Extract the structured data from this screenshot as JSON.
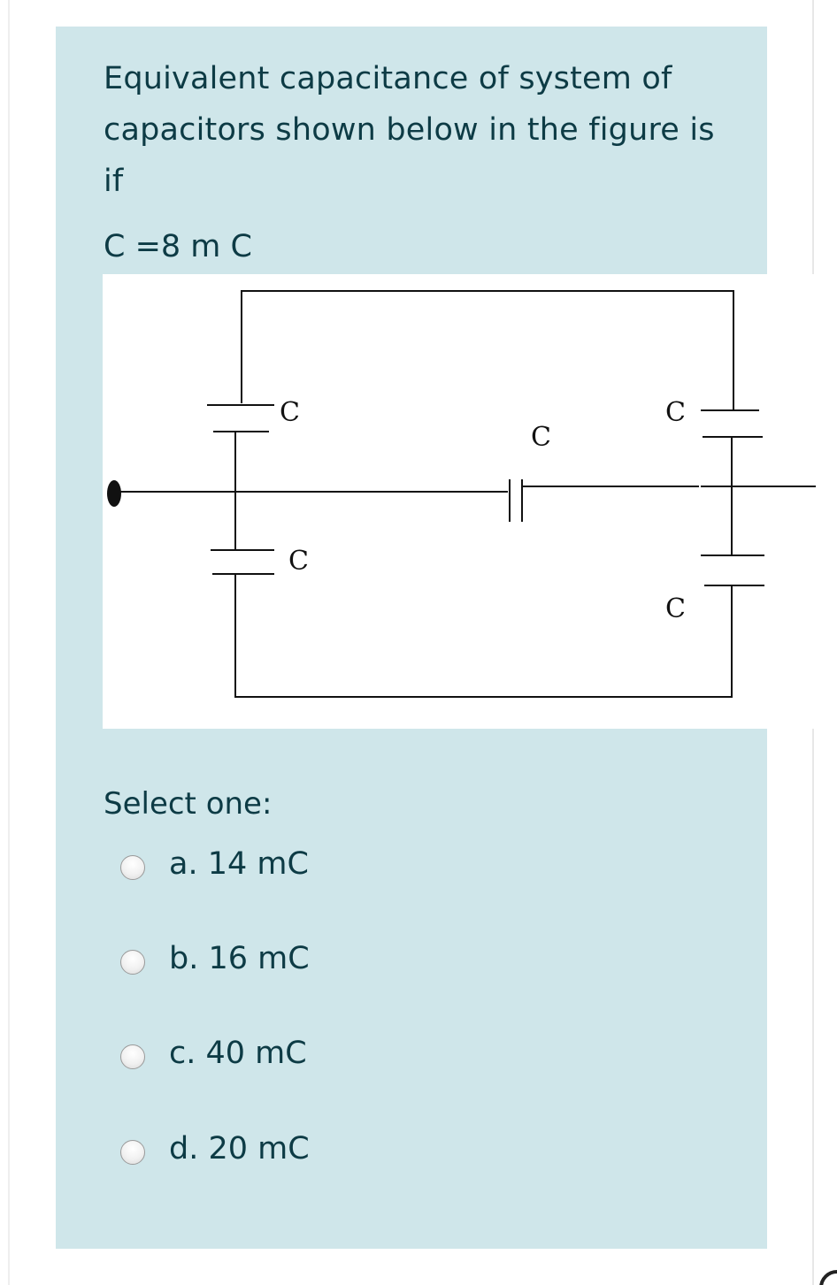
{
  "question": {
    "text": "Equivalent capacitance of system of capacitors shown below in the figure is if",
    "given": "C =8 m C"
  },
  "figure": {
    "labels": {
      "left_top": "C",
      "left_bottom": "C",
      "middle": "C",
      "right_top": "C",
      "right_bottom": "C"
    }
  },
  "prompt": "Select one:",
  "options": [
    {
      "label": "a. 14 mC"
    },
    {
      "label": "b. 16 mC"
    },
    {
      "label": "c. 40 mC"
    },
    {
      "label": "d. 20 mC"
    }
  ],
  "colors": {
    "card_background": "#cfe6ea",
    "text": "#0d3b45"
  }
}
